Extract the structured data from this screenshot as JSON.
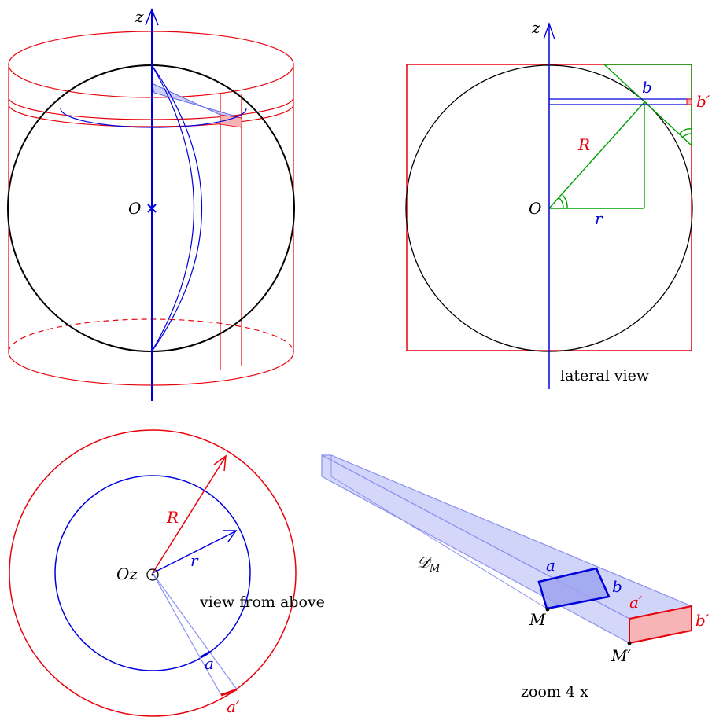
{
  "colors": {
    "red": "#e8000b",
    "blue": "#0000dd",
    "green": "#00a000",
    "black": "#000000",
    "blue_fill": "#b9bdf5",
    "red_fill": "#f7b4b6"
  },
  "panel_3d": {
    "axis_label": "z",
    "origin_label": "O"
  },
  "panel_lateral": {
    "axis_label": "z",
    "origin_label": "O",
    "point_b": "b",
    "point_b_prime": "b′",
    "radius_big": "R",
    "radius_small": "r",
    "caption": "lateral view"
  },
  "panel_above": {
    "center_label": "Oz",
    "radius_big": "R",
    "radius_small": "r",
    "point_a": "a",
    "point_a_prime": "a′",
    "caption": "view from above"
  },
  "panel_zoom": {
    "domain_label": "𝒟",
    "domain_subscript": "M",
    "point_a": "a",
    "point_b": "b",
    "point_a_prime": "a′",
    "point_b_prime": "b′",
    "point_M": "M",
    "point_M_prime": "M′",
    "caption": "zoom  4 x"
  }
}
